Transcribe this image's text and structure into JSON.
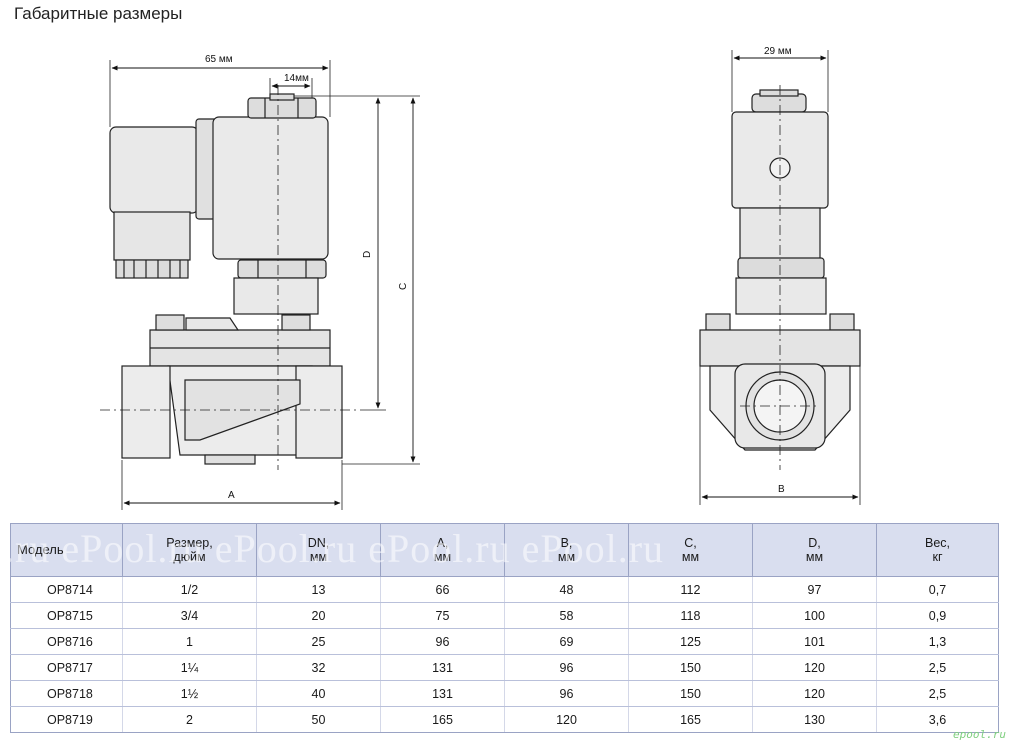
{
  "title": "Габаритные размеры",
  "dimensions": {
    "d65": "65 мм",
    "d14": "14мм",
    "d29": "29 мм",
    "labelA": "A",
    "labelB": "B",
    "labelC": "C",
    "labelD": "D"
  },
  "table": {
    "headers": [
      {
        "line1": "Модель",
        "line2": ""
      },
      {
        "line1": "Размер,",
        "line2": "дюйм"
      },
      {
        "line1": "DN,",
        "line2": "мм"
      },
      {
        "line1": "A,",
        "line2": "мм"
      },
      {
        "line1": "B,",
        "line2": "мм"
      },
      {
        "line1": "C,",
        "line2": "мм"
      },
      {
        "line1": "D,",
        "line2": "мм"
      },
      {
        "line1": "Вес,",
        "line2": "кг"
      }
    ],
    "rows": [
      [
        "OP8714",
        "1/2",
        "13",
        "66",
        "48",
        "112",
        "97",
        "0,7"
      ],
      [
        "OP8715",
        "3/4",
        "20",
        "75",
        "58",
        "118",
        "100",
        "0,9"
      ],
      [
        "OP8716",
        "1",
        "25",
        "96",
        "69",
        "125",
        "101",
        "1,3"
      ],
      [
        "OP8717",
        "1¼",
        "32",
        "131",
        "96",
        "150",
        "120",
        "2,5"
      ],
      [
        "OP8718",
        "1½",
        "40",
        "131",
        "96",
        "150",
        "120",
        "2,5"
      ],
      [
        "OP8719",
        "2",
        "50",
        "165",
        "120",
        "165",
        "130",
        "3,6"
      ]
    ]
  },
  "watermark": ".ru  ePool.ru  ePool.ru  ePool.ru  ePool.ru",
  "brand": "epool.ru"
}
